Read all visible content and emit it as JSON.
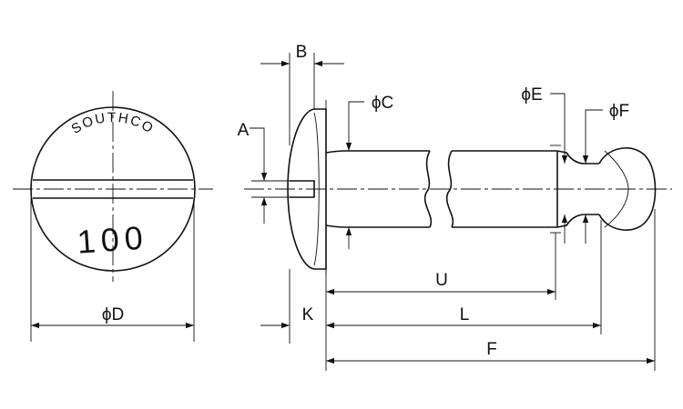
{
  "drawing": {
    "end_view": {
      "brand_text": "SOUTHCO",
      "part_number": "100"
    },
    "labels": {
      "A": "A",
      "B": "B",
      "C": "ϕC",
      "D": "ϕD",
      "E": "ϕE",
      "F_dia": "ϕF",
      "K": "K",
      "U": "U",
      "L": "L",
      "F_len": "F"
    }
  }
}
